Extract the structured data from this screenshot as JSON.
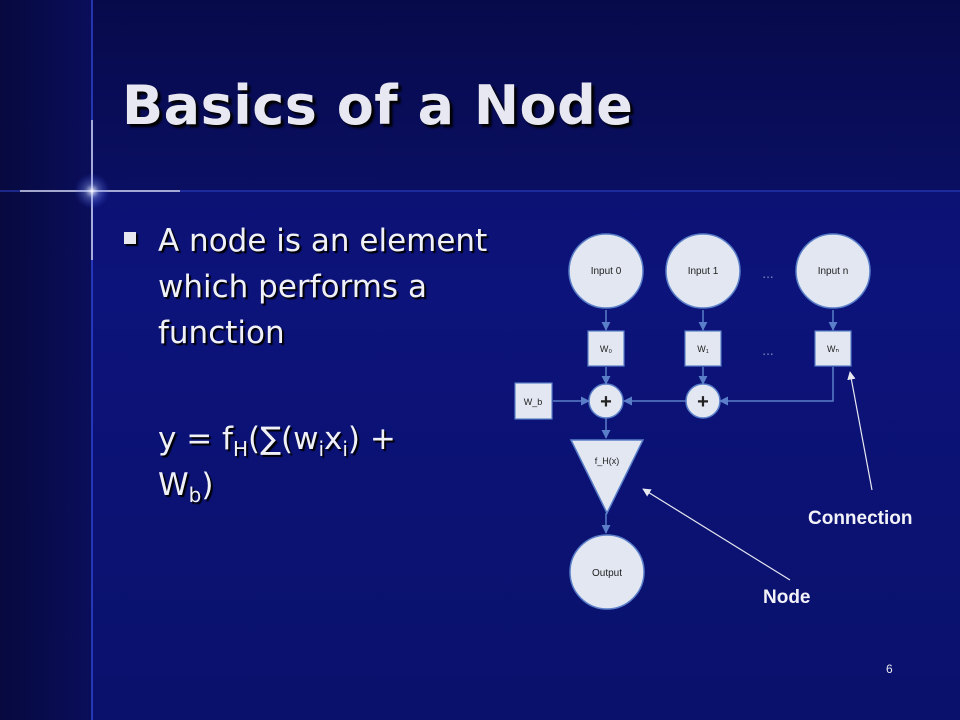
{
  "slide": {
    "title": "Basics of a Node",
    "bullet": "A node is an element which performs a function",
    "equation": {
      "p1": "y = f",
      "s1": "H",
      "p2": "(∑(w",
      "s2": "i",
      "p3": "x",
      "s3": "i",
      "p4": ") + W",
      "s4": "b",
      "p5": ")"
    },
    "page_number": "6"
  },
  "diagram": {
    "inputs": [
      "Input 0",
      "Input 1",
      "Input n"
    ],
    "ellipsis": "...",
    "weights": [
      "W₀",
      "W₁",
      "Wₙ"
    ],
    "bias_weight": "W_b",
    "sum_symbol": "+",
    "function_label": "f_H(x)",
    "output_label": "Output",
    "callouts": {
      "connection": "Connection",
      "node": "Node"
    }
  }
}
